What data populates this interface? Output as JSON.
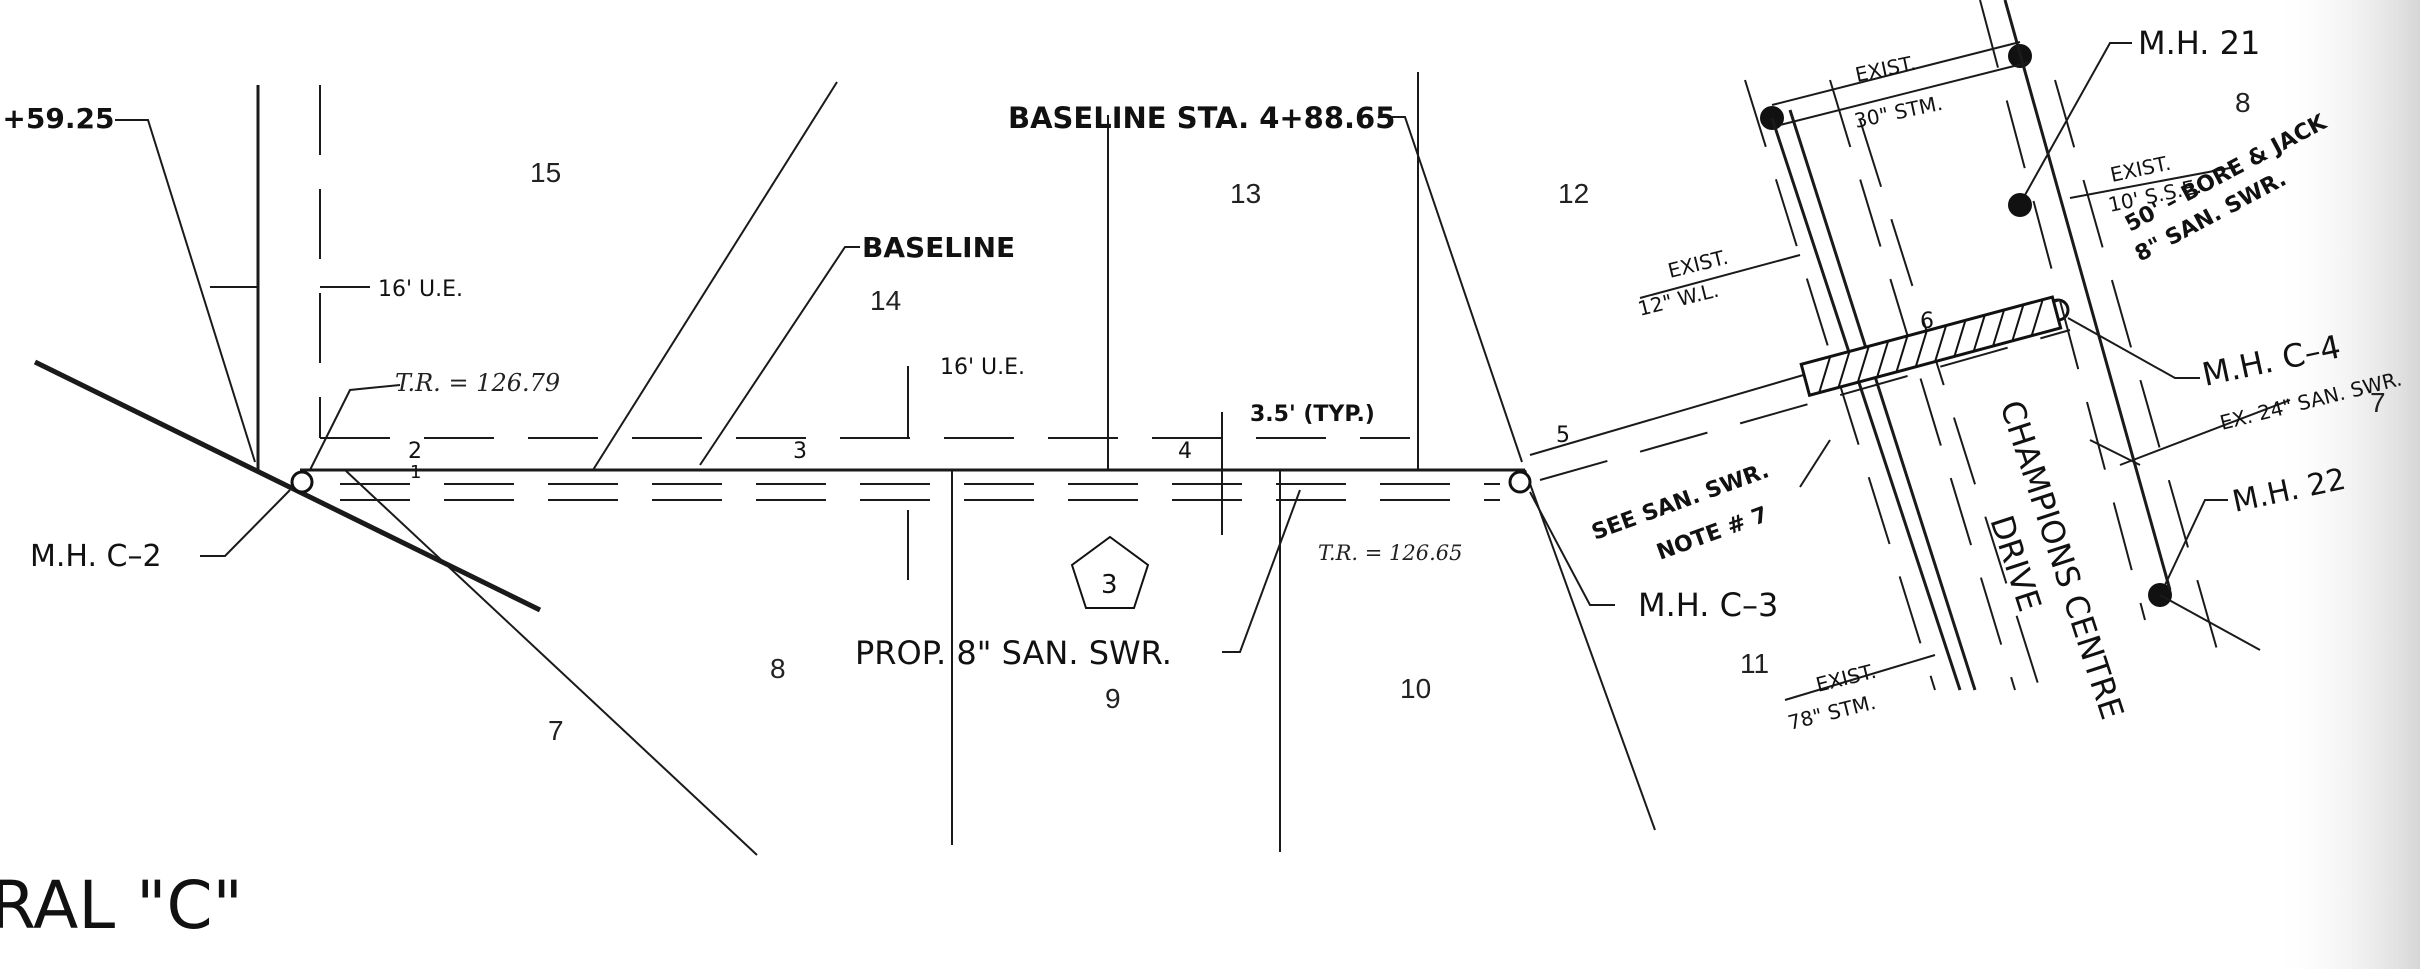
{
  "labels": {
    "station_left": "I+59.25",
    "baseline_sta": "BASELINE STA. 4+88.65",
    "baseline": "BASELINE",
    "ue_16_left": "16' U.E.",
    "ue_16_mid": "16' U.E.",
    "typ": "3.5' (TYP.)",
    "tr_left": "T.R. = 126.79",
    "tr_right": "T.R. = 126.65",
    "mh_c2": "M.H. C–2",
    "mh_c3": "M.H. C–3",
    "mh_c4": "M.H. C–4",
    "mh_21": "M.H. 21",
    "mh_22": "M.H. 22",
    "prop_swr": "PROP. 8\" SAN. SWR.",
    "exist_30_a": "EXIST.",
    "exist_30_b": "30\" STM.",
    "exist_12_a": "EXIST.",
    "exist_12_b": "12\" W.L.",
    "exist_10_a": "EXIST.",
    "exist_10_b": "10' S.S.E.",
    "exist_78_a": "EXIST.",
    "exist_78_b": "78\" STM.",
    "bore_a": "50' – BORE & JACK",
    "bore_b": "8\" SAN. SWR.",
    "ex24": "EX. 24\" SAN. SWR.",
    "see_a": "SEE SAN. SWR.",
    "see_b": "NOTE # 7",
    "street_a": "CHAMPIONS CENTRE",
    "street_b": "DRIVE",
    "lateral": "RAL   \"C\"",
    "pentagon": "3"
  },
  "lots": {
    "l15": "15",
    "l14": "14",
    "l13": "13",
    "l12": "12",
    "l8a": "8",
    "l7a": "7",
    "l8b": "8",
    "l9": "9",
    "l10": "10",
    "l11": "11",
    "l7b": "7"
  },
  "segments": {
    "s2": "2",
    "s3": "3",
    "s4": "4",
    "s5": "5",
    "s6": "6",
    "s1": "1"
  }
}
